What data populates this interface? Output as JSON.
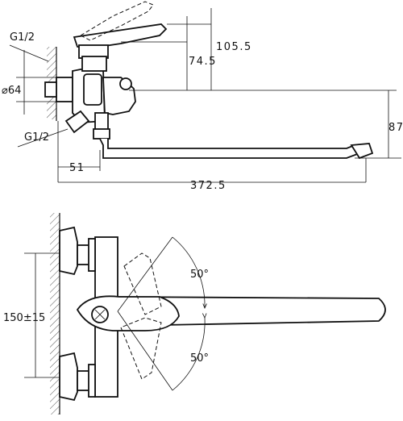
{
  "labels": {
    "thread_top": "G1/2",
    "thread_bottom": "G1/2",
    "diameter": "⌀64",
    "height_total": "105.5",
    "height_inlet": "74.5",
    "spout_drop": "87",
    "inlet_offset": "51",
    "spout_length": "372.5",
    "centers": "150±15",
    "angle_up": "50°",
    "angle_down": "50°"
  }
}
